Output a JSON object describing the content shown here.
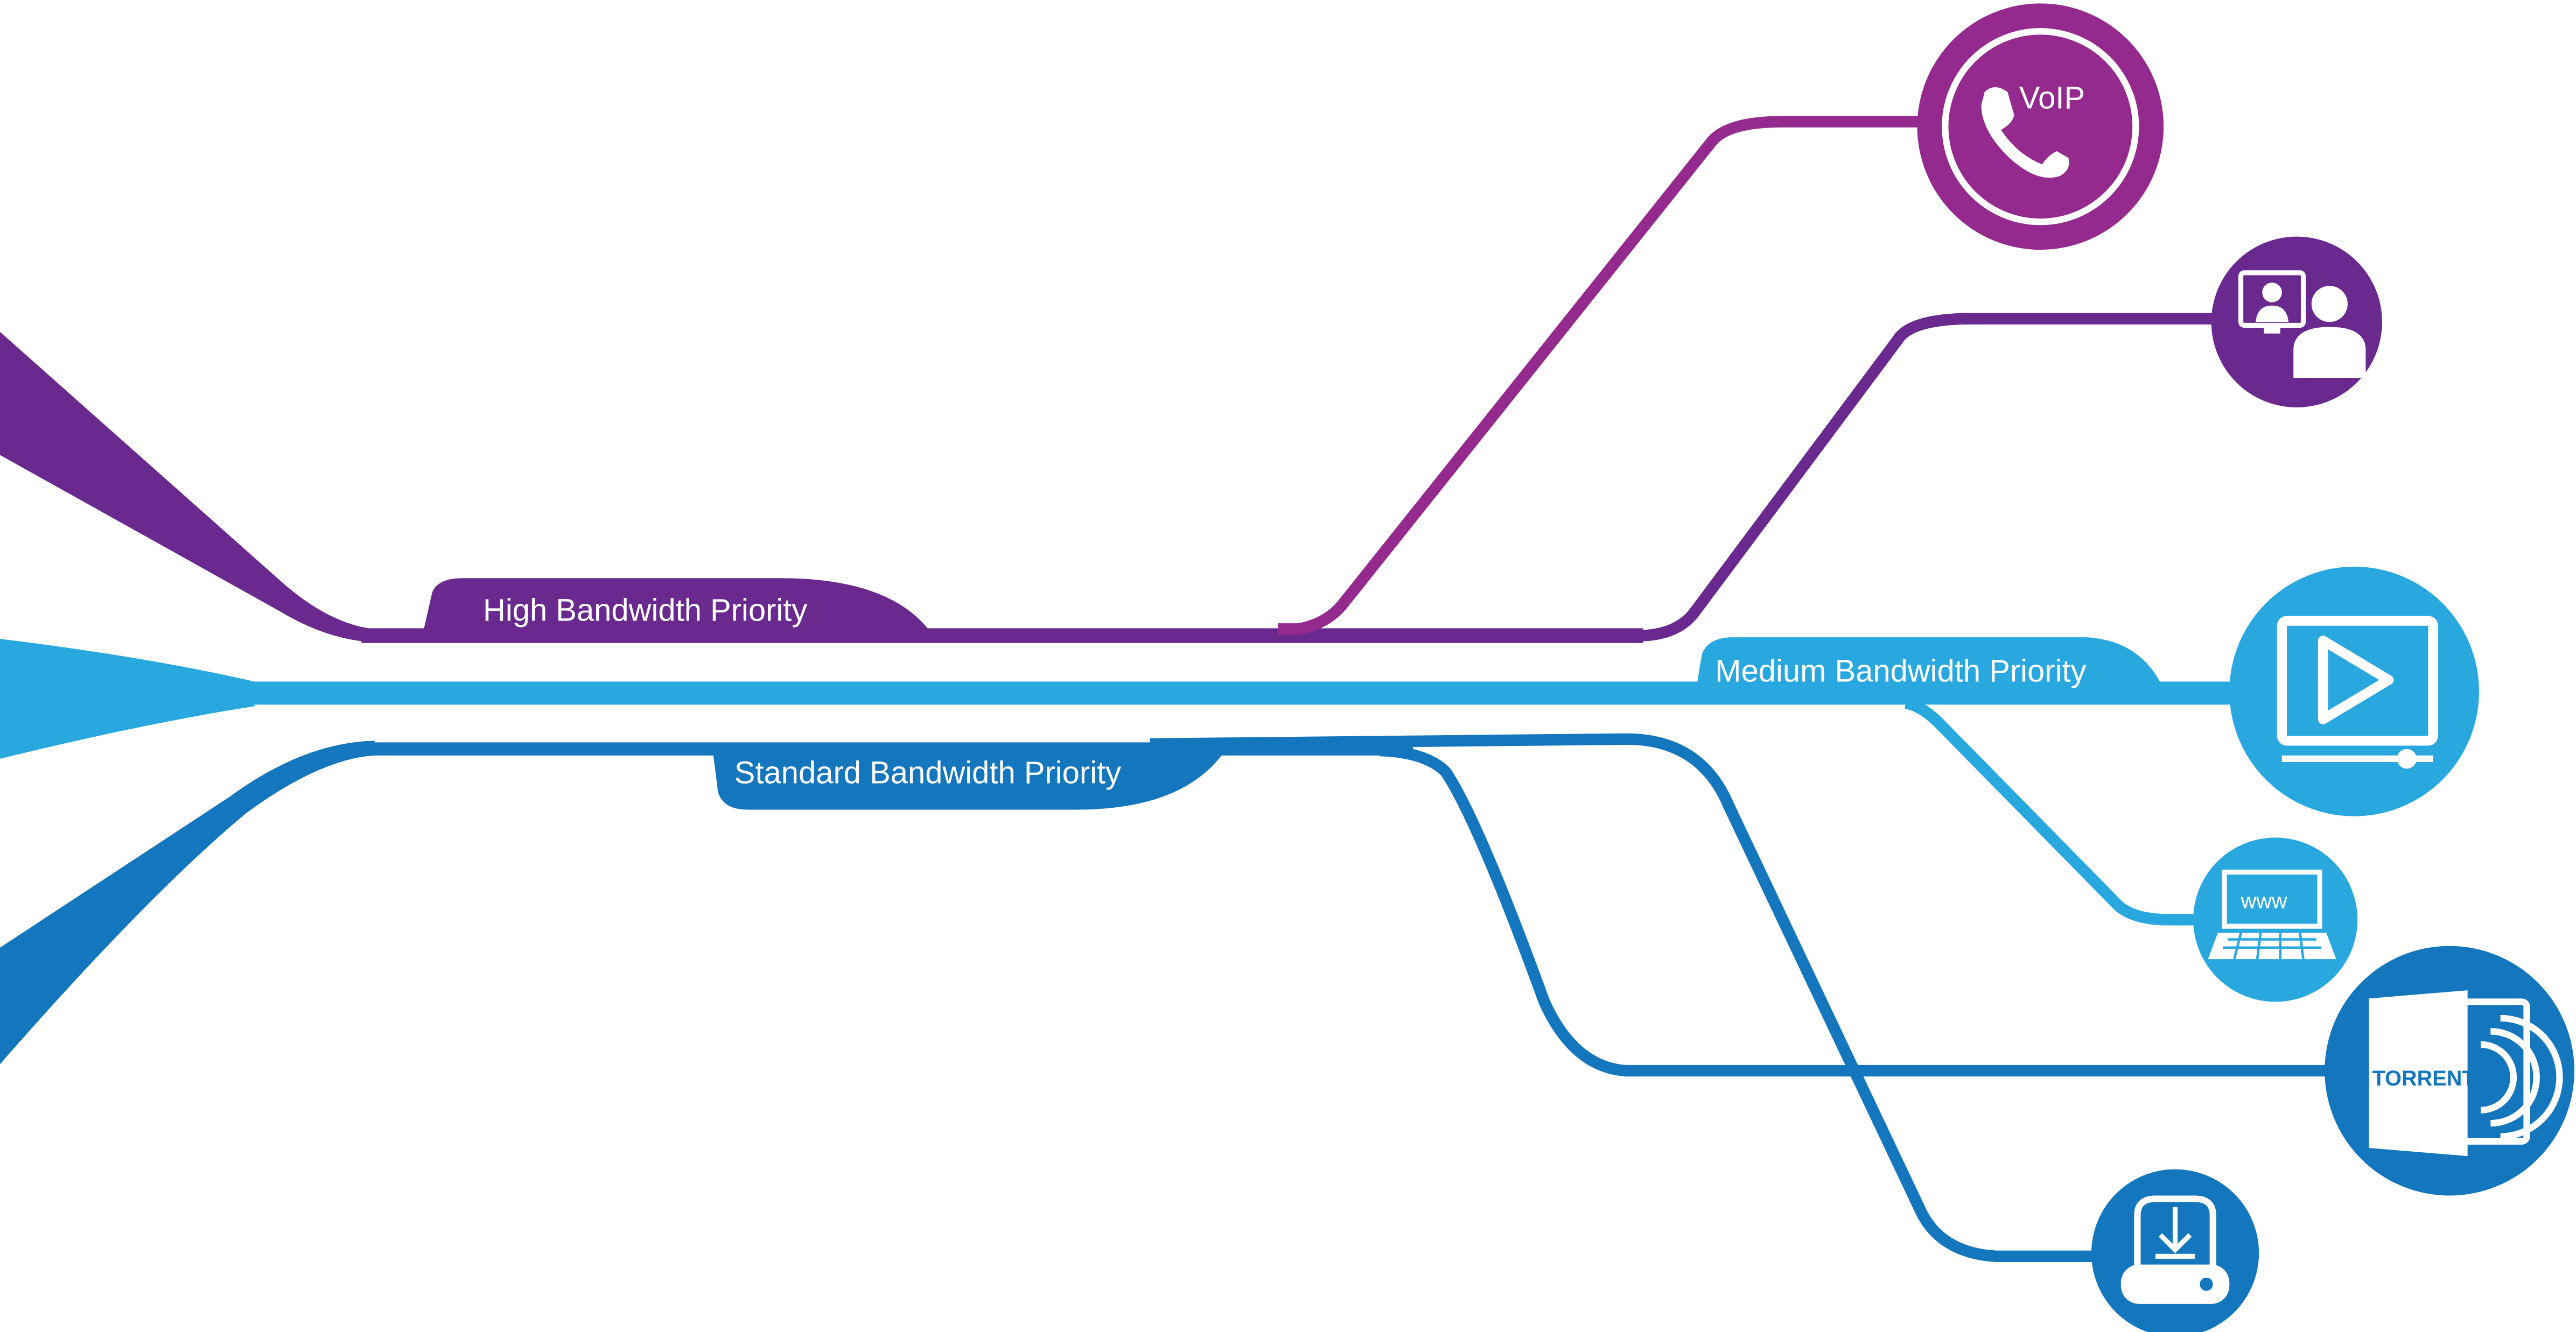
{
  "labels": {
    "high": "High Bandwidth Priority",
    "medium": "Medium Bandwidth Priority",
    "standard": "Standard Bandwidth Priority"
  },
  "icons": {
    "voip_text": "VoIP",
    "www_text": "www",
    "torrent_text": "TORRENT"
  },
  "icon_names": [
    "phone-icon",
    "video-conference-icon",
    "video-play-icon",
    "laptop-www-icon",
    "torrent-icon",
    "download-drive-icon"
  ],
  "colors": {
    "high_purple": "#69298f",
    "voip_magenta": "#952a8e",
    "medium_cyan": "#29a8e0",
    "standard_blue": "#1476bc"
  }
}
